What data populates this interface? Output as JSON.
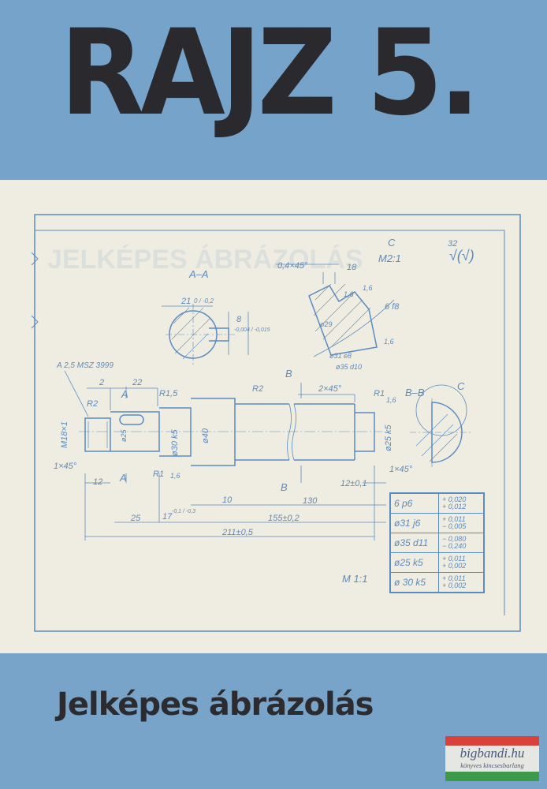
{
  "cover": {
    "title": "RAJZ 5.",
    "subtitle": "Jelképes ábrázolás"
  },
  "drawing": {
    "labels": {
      "section_aa": "A–A",
      "detail_c": "C",
      "scale_detail": "M2:1",
      "roughness": "32",
      "roughness_ref": "√(√)",
      "chamfer_detail": "0,4×45°",
      "dim_18": "18",
      "dim_21": "21",
      "tol_21": "0 / -0,2",
      "dim_8": "8",
      "tol_8": "-0,004 / -0,015",
      "rough_16a": "1,6",
      "rough_16b": "1,6",
      "rough_16c": "1,6",
      "fit_6f8": "6 f8",
      "dia_29": "ø29",
      "dia_31e8": "ø31 e8",
      "dia_35d10": "ø35 d10",
      "center_hole": "A 2,5  MSZ 3999",
      "dim_2": "2",
      "dim_22": "22",
      "section_a_top": "A",
      "section_a_bottom": "A",
      "radius_15": "R1,5",
      "radius_2a": "R2",
      "radius_2b": "R2",
      "section_b_top": "B",
      "section_b_bottom": "B",
      "chamfer_2x45": "2×45°",
      "radius_1a": "R1",
      "radius_1b": "R1",
      "rough_16d": "1,6",
      "rough_16e": "1,6",
      "section_bb": "B–B",
      "detail_c2": "C",
      "thread": "M18×1",
      "dia_25_key": "ø25",
      "dia_30k5": "ø30 k5",
      "dia_40": "ø40",
      "dia_25k5": "ø25 k5",
      "chamfer_left": "1×45°",
      "chamfer_right": "1×45°",
      "dim_12": "12",
      "dim_10": "10",
      "dim_130": "130",
      "dim_12_01": "12±0,1",
      "dim_25": "25",
      "dim_17": "17",
      "tol_17": "-0,1 / -0,3",
      "dim_155": "155±0,2",
      "dim_211": "211±0,5",
      "scale_main": "M 1:1",
      "faded_title": "JELKÉPES ÁBRÁZOLÁS"
    },
    "tolerance_table": [
      {
        "fit": "6 p6",
        "upper": "+ 0,020",
        "lower": "+ 0,012"
      },
      {
        "fit": "ø31 j6",
        "upper": "+ 0,011",
        "lower": "− 0,005"
      },
      {
        "fit": "ø35 d11",
        "upper": "− 0,080",
        "lower": "− 0,240"
      },
      {
        "fit": "ø25 k5",
        "upper": "+ 0,011",
        "lower": "+ 0,002"
      },
      {
        "fit": "ø 30 k5",
        "upper": "+ 0,011",
        "lower": "+ 0,002"
      }
    ]
  },
  "logo": {
    "name": "bigbandi.hu",
    "tagline": "könyves kincsesbarlang"
  },
  "colors": {
    "band": "#76a3c9",
    "paper": "#efece1",
    "ink": "#5a8cc2",
    "title": "#2a2a2e"
  }
}
